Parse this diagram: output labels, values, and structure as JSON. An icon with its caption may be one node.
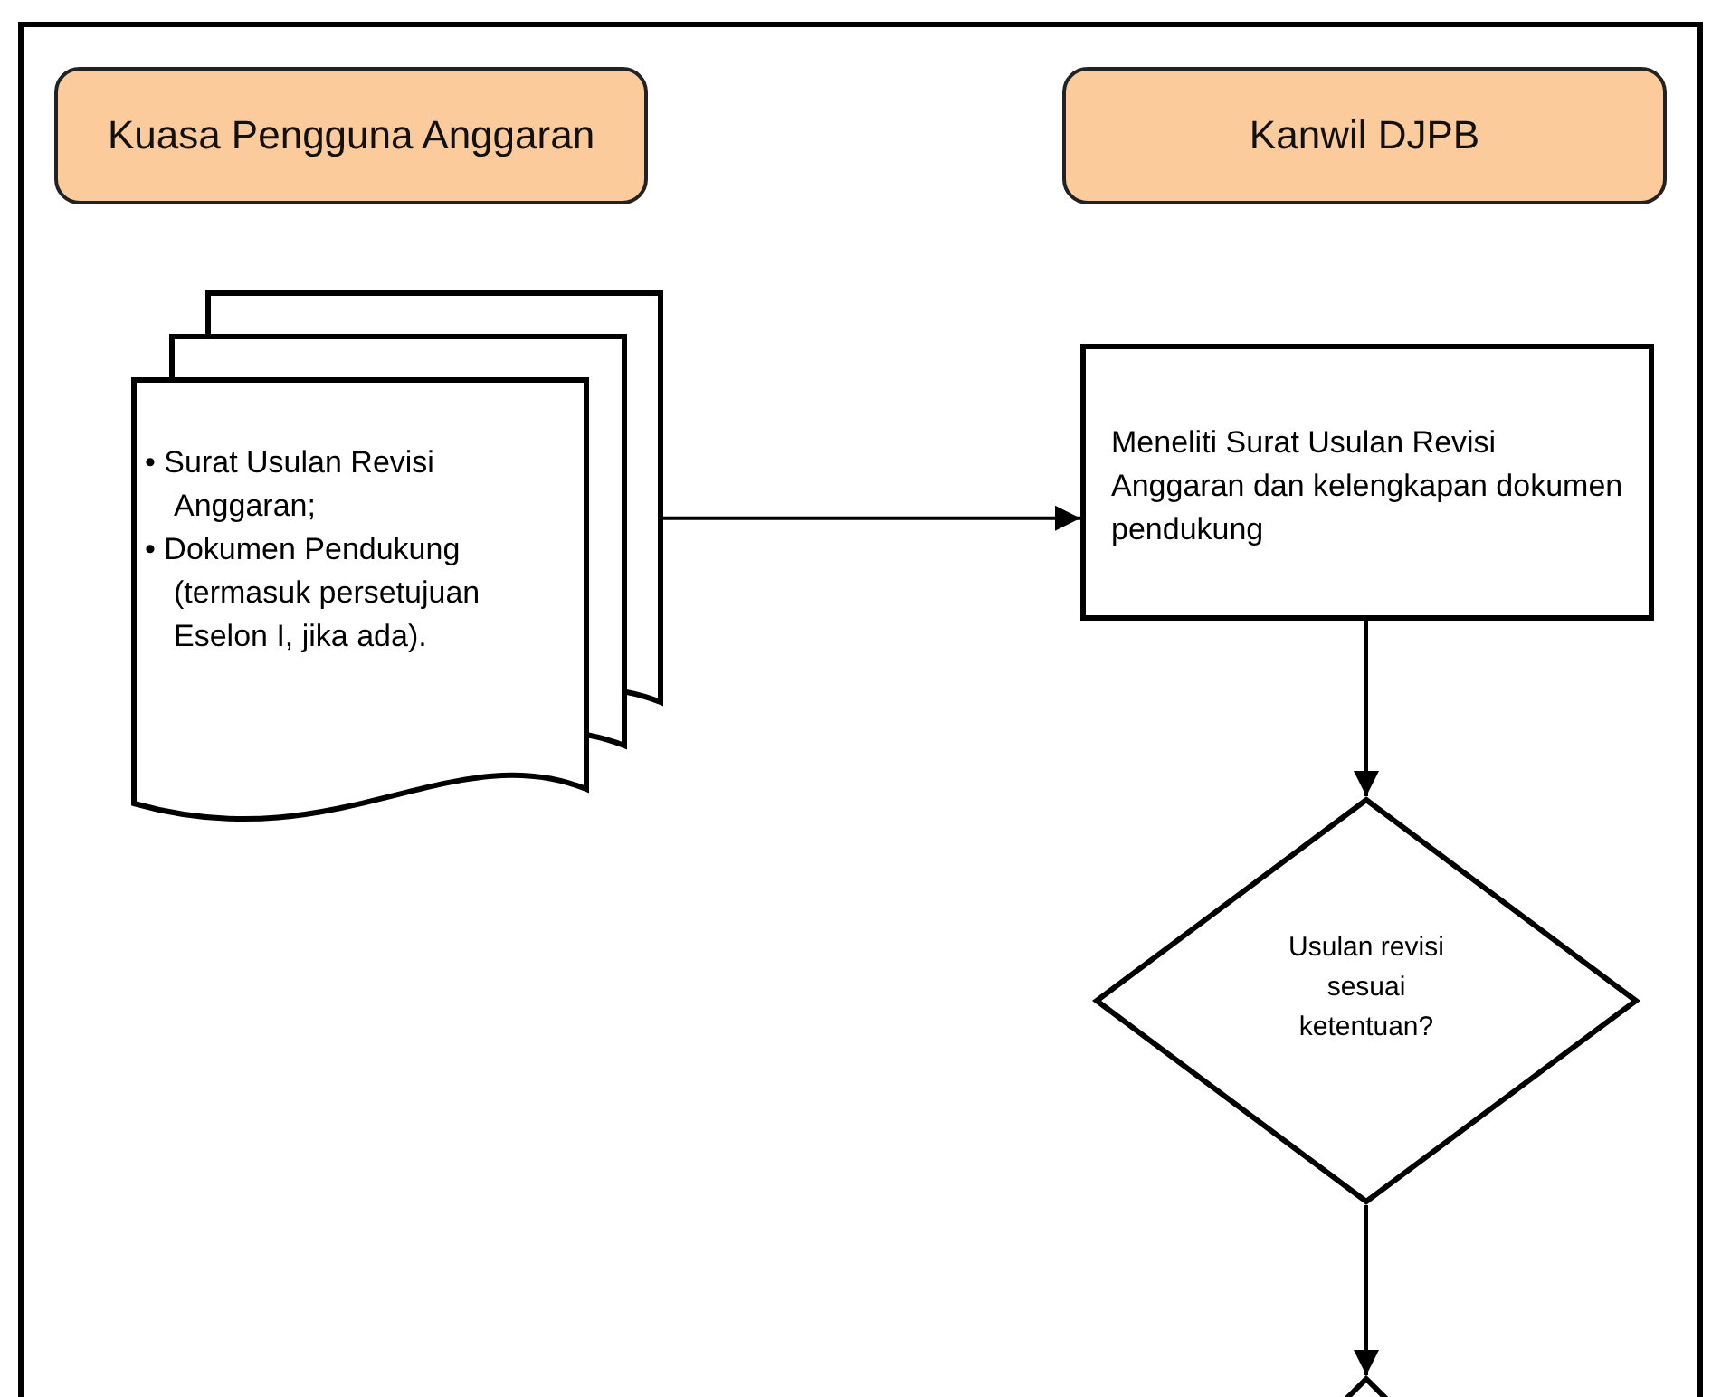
{
  "diagram": {
    "nodes": [
      {
        "text": [
          "Kuasa Pengguna Anggaran"
        ]
      },
      {
        "text": [
          "Kanwil DJPB"
        ]
      },
      {
        "text": [
          "• Surat Usulan Revisi Anggaran;",
          "• Dokumen Pendukung (termasuk persetujuan Eselon I, jika ada)."
        ]
      },
      {
        "text": [
          "Meneliti Surat Usulan Revisi Anggaran dan kelengkapan dokumen pendukung"
        ]
      },
      {
        "text": [
          "Usulan revisi sesuai ketentuan?"
        ]
      },
      {
        "text": [],
        "shape": "diamond"
      }
    ],
    "edges": [
      {
        "from": 2,
        "to": 3,
        "arrow": "to"
      },
      {
        "from": 3,
        "to": 4,
        "arrow": "to"
      },
      {
        "from": 4,
        "to": 5,
        "arrow": "to"
      }
    ]
  }
}
